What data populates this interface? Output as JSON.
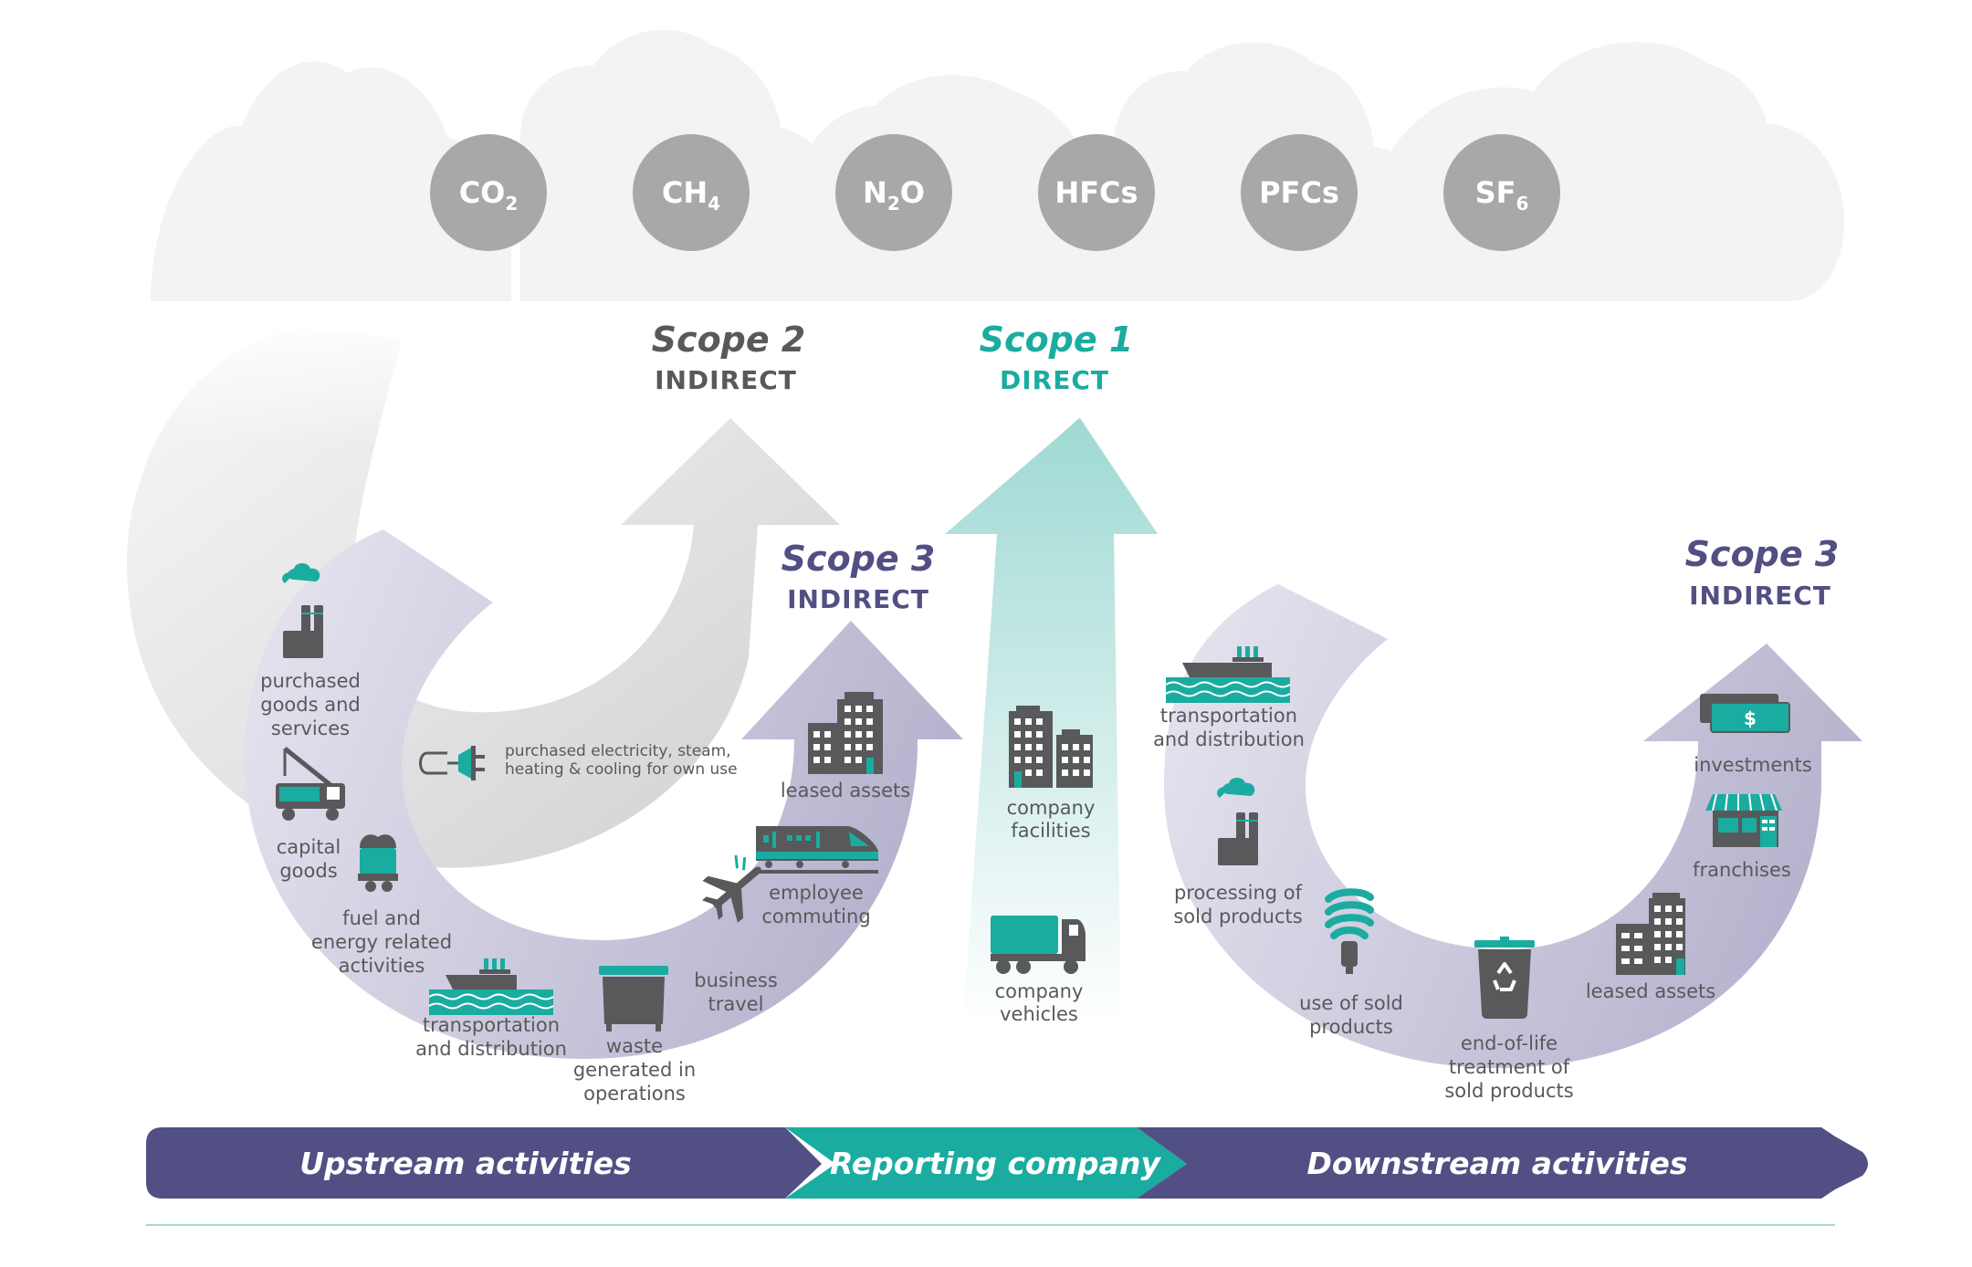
{
  "colors": {
    "teal": "#1aaca0",
    "purple": "#524f84",
    "dark_icon": "#58595b",
    "gas_circle": "#a7a8aa",
    "cloud": "#f2f3f2",
    "scope2_text": "#58595b",
    "scope1_text": "#1aaca0",
    "scope3_text": "#524f84"
  },
  "gases": [
    {
      "base": "CO",
      "sub": "2"
    },
    {
      "base": "CH",
      "sub": "4"
    },
    {
      "base": "N",
      "sub": "2",
      "tail": "O"
    },
    {
      "base": "HFCs",
      "sub": ""
    },
    {
      "base": "PFCs",
      "sub": ""
    },
    {
      "base": "SF",
      "sub": "6"
    }
  ],
  "scopes": {
    "scope2": {
      "title": "Scope 2",
      "subtitle": "INDIRECT"
    },
    "scope1": {
      "title": "Scope 1",
      "subtitle": "DIRECT"
    },
    "scope3_upstream": {
      "title": "Scope 3",
      "subtitle": "INDIRECT"
    },
    "scope3_downstream": {
      "title": "Scope 3",
      "subtitle": "INDIRECT"
    }
  },
  "scope2_item": {
    "icon": "plug-icon",
    "lines": [
      "purchased electricity, steam,",
      "heating & cooling for own use"
    ]
  },
  "upstream_items": [
    {
      "icon": "factory-icon",
      "lines": [
        "purchased",
        "goods and",
        "services"
      ]
    },
    {
      "icon": "crane-truck-icon",
      "lines": [
        "capital",
        "goods"
      ]
    },
    {
      "icon": "coal-cart-icon",
      "lines": [
        "fuel and",
        "energy related",
        "activities"
      ]
    },
    {
      "icon": "ship-icon",
      "lines": [
        "transportation",
        "and distribution"
      ]
    },
    {
      "icon": "waste-bin-icon",
      "lines": [
        "waste",
        "generated in",
        "operations"
      ]
    },
    {
      "icon": "airplane-icon",
      "lines": [
        "business",
        "travel"
      ]
    },
    {
      "icon": "train-icon",
      "lines": [
        "employee",
        "commuting"
      ]
    },
    {
      "icon": "building-icon",
      "lines": [
        "leased assets"
      ]
    }
  ],
  "company_items": [
    {
      "icon": "building-icon",
      "lines": [
        "company",
        "facilities"
      ]
    },
    {
      "icon": "truck-icon",
      "lines": [
        "company",
        "vehicles"
      ]
    }
  ],
  "downstream_items": [
    {
      "icon": "ship-icon",
      "lines": [
        "transportation",
        "and distribution"
      ]
    },
    {
      "icon": "factory-icon",
      "lines": [
        "processing of",
        "sold products"
      ]
    },
    {
      "icon": "lightbulb-icon",
      "lines": [
        "use of sold",
        "products"
      ]
    },
    {
      "icon": "recycle-bin-icon",
      "lines": [
        "end-of-life",
        "treatment of",
        "sold products"
      ]
    },
    {
      "icon": "building-icon",
      "lines": [
        "leased assets"
      ]
    },
    {
      "icon": "storefront-icon",
      "lines": [
        "franchises"
      ]
    },
    {
      "icon": "money-icon",
      "lines": [
        "investments"
      ],
      "symbol": "$"
    }
  ],
  "band": {
    "upstream": "Upstream activities",
    "reporting": "Reporting company",
    "downstream": "Downstream activities"
  }
}
